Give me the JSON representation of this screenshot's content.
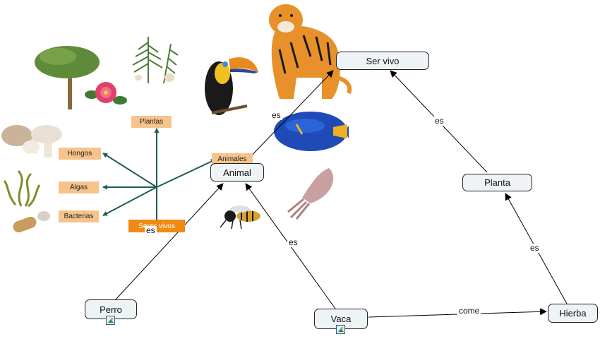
{
  "nodes": {
    "ser_vivo": "Ser vivo",
    "planta": "Planta",
    "animal": "Animal",
    "perro": "Perro",
    "vaca": "Vaca",
    "hierba": "Hierba"
  },
  "links": {
    "animal_ser_vivo": "es",
    "planta_ser_vivo": "es",
    "perro_animal": "es",
    "vaca_animal": "es",
    "hierba_planta": "es",
    "vaca_hierba": "come"
  },
  "classification": {
    "center": "Seres vivos",
    "plantas": "Plantas",
    "hongos": "Hongos",
    "algas": "Algas",
    "bacterias": "Bacterias",
    "animales": "Animales"
  },
  "colors": {
    "node_fill": "#eef3f6",
    "tag_fill": "#f6c38a",
    "center_fill": "#f08a14",
    "branch_line": "#1f5c52"
  },
  "icons": [
    "image-attachment-icon"
  ]
}
